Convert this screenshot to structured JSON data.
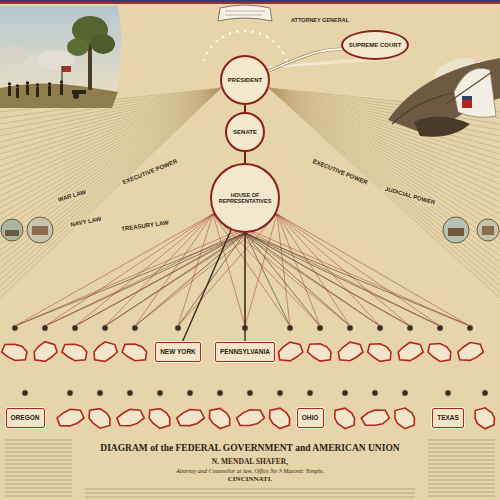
{
  "diagram": {
    "title": "DIAGRAM of the FEDERAL GOVERNMENT and AMERICAN UNION",
    "nodes": [
      {
        "text": [
          "SUPREME COURT"
        ]
      },
      {
        "text": [
          "PRESIDENT"
        ]
      },
      {
        "text": [
          "SENATE"
        ]
      },
      {
        "text": [
          "HOUSE OF REPRESENTATIVES"
        ]
      },
      {
        "text": [
          "NEW YORK"
        ]
      },
      {
        "text": [
          "PENNSYLVANIA"
        ]
      },
      {
        "text": [
          "OREGON"
        ]
      },
      {
        "text": [
          "OHIO"
        ]
      },
      {
        "text": [
          "TEXAS"
        ]
      }
    ],
    "edges": [
      {
        "from": 1,
        "to": 0,
        "arrow": "none"
      },
      {
        "from": 1,
        "to": 2,
        "arrow": "none"
      },
      {
        "from": 2,
        "to": 3,
        "arrow": "none"
      },
      {
        "from": 3,
        "to": 4,
        "arrow": "none"
      },
      {
        "from": 3,
        "to": 5,
        "arrow": "none"
      }
    ],
    "labels": [
      "ATTORNEY GENERAL",
      "EXECUTIVE POWER",
      "WAR LAW",
      "NAVY LAW",
      "TREASURY LAW",
      "EXECUTIVE POWER",
      "JUDICIAL POWER",
      "N. MENDAL SHAFER,",
      "Attorney and Counsellor at law, Office No 3 Masonic Temple,",
      "CINCINNATI."
    ]
  }
}
